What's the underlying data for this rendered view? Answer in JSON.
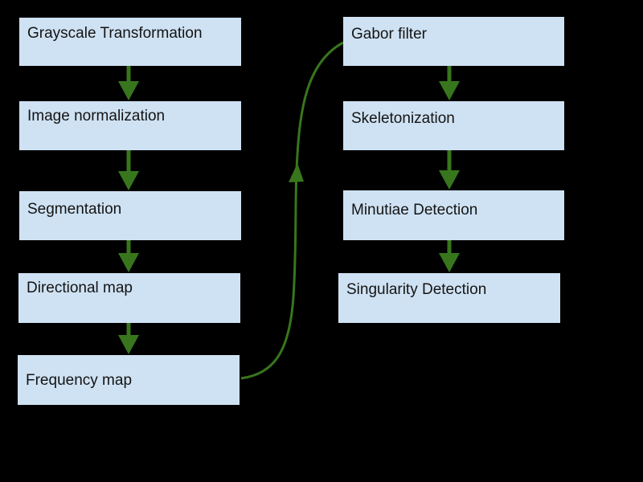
{
  "diagram": {
    "colors": {
      "background": "#000000",
      "node_fill": "#cfe2f3",
      "arrow": "#38761d",
      "text": "#141414"
    },
    "left_column_nodes": [
      {
        "label": "Grayscale Transformation"
      },
      {
        "label": "Image normalization"
      },
      {
        "label": "Segmentation"
      },
      {
        "label": "Directional map"
      },
      {
        "label": "Frequency map"
      }
    ],
    "right_column_nodes": [
      {
        "label": "Gabor filter"
      },
      {
        "label": "Skeletonization"
      },
      {
        "label": "Minutiae Detection"
      },
      {
        "label": "Singularity Detection"
      }
    ],
    "connections": [
      {
        "from": "Grayscale Transformation",
        "to": "Image normalization"
      },
      {
        "from": "Image normalization",
        "to": "Segmentation"
      },
      {
        "from": "Segmentation",
        "to": "Directional map"
      },
      {
        "from": "Directional map",
        "to": "Frequency map"
      },
      {
        "from": "Frequency map",
        "to": "Gabor filter"
      },
      {
        "from": "Gabor filter",
        "to": "Skeletonization"
      },
      {
        "from": "Skeletonization",
        "to": "Minutiae Detection"
      },
      {
        "from": "Minutiae Detection",
        "to": "Singularity Detection"
      }
    ]
  }
}
